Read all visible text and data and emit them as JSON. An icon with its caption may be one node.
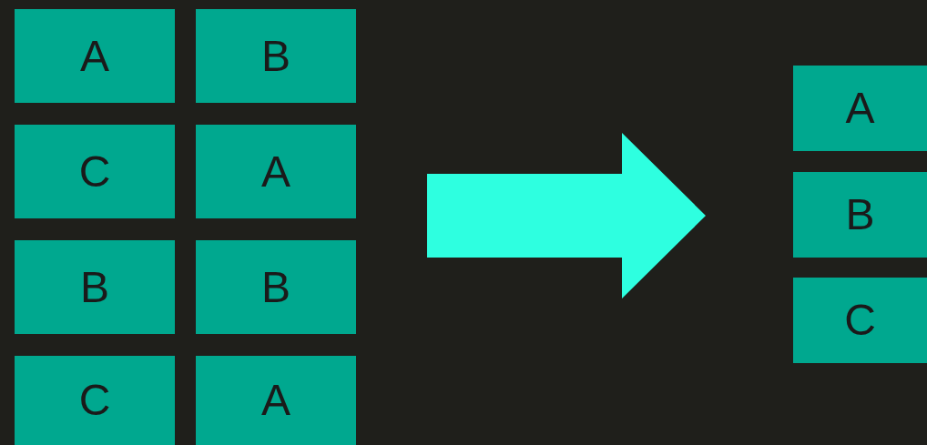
{
  "diagram": {
    "nodes": [
      {
        "text": [
          "A"
        ]
      },
      {
        "text": [
          "B"
        ]
      },
      {
        "text": [
          "C"
        ]
      },
      {
        "text": [
          "A"
        ]
      },
      {
        "text": [
          "B"
        ]
      },
      {
        "text": [
          "B"
        ]
      },
      {
        "text": [
          "C"
        ]
      },
      {
        "text": [
          "A"
        ]
      },
      {
        "text": [
          "A"
        ]
      },
      {
        "text": [
          "B"
        ]
      },
      {
        "text": [
          "C"
        ]
      }
    ]
  }
}
